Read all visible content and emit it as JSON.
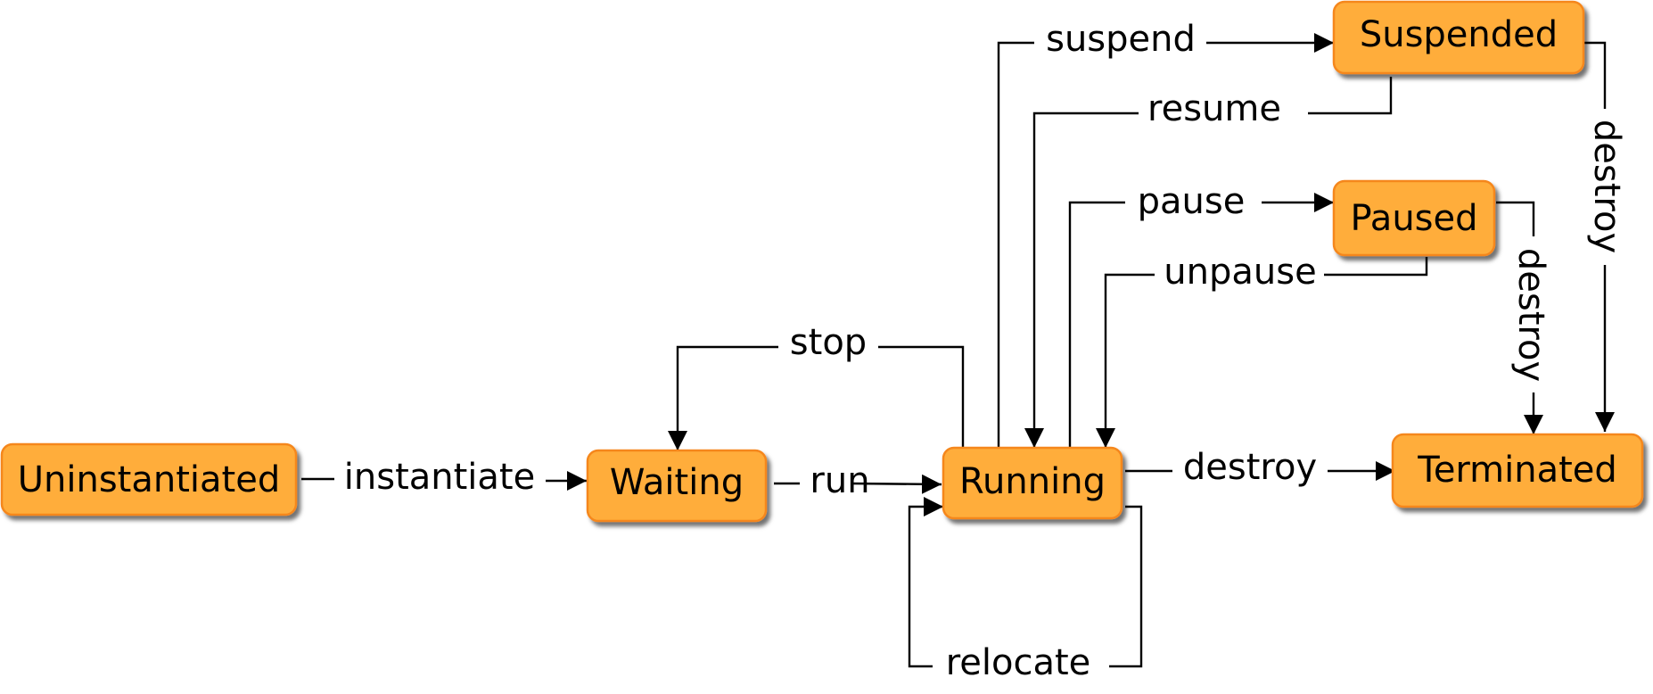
{
  "diagram": {
    "type": "state-machine",
    "colors": {
      "state_fill": "#FFAD3A",
      "state_border": "#F5871F",
      "edge": "#000000"
    },
    "states": {
      "uninstantiated": "Uninstantiated",
      "waiting": "Waiting",
      "running": "Running",
      "suspended": "Suspended",
      "paused": "Paused",
      "terminated": "Terminated"
    },
    "transitions": [
      {
        "key": "instantiate",
        "label": "instantiate",
        "from": "Uninstantiated",
        "to": "Waiting"
      },
      {
        "key": "run",
        "label": "run",
        "from": "Waiting",
        "to": "Running"
      },
      {
        "key": "stop",
        "label": "stop",
        "from": "Running",
        "to": "Waiting"
      },
      {
        "key": "suspend",
        "label": "suspend",
        "from": "Running",
        "to": "Suspended"
      },
      {
        "key": "resume",
        "label": "resume",
        "from": "Suspended",
        "to": "Running"
      },
      {
        "key": "pause",
        "label": "pause",
        "from": "Running",
        "to": "Paused"
      },
      {
        "key": "unpause",
        "label": "unpause",
        "from": "Paused",
        "to": "Running"
      },
      {
        "key": "destroy_running",
        "label": "destroy",
        "from": "Running",
        "to": "Terminated"
      },
      {
        "key": "destroy_paused",
        "label": "destroy",
        "from": "Paused",
        "to": "Terminated"
      },
      {
        "key": "destroy_suspended",
        "label": "destroy",
        "from": "Suspended",
        "to": "Terminated"
      },
      {
        "key": "relocate",
        "label": "relocate",
        "from": "Running",
        "to": "Running"
      }
    ]
  }
}
